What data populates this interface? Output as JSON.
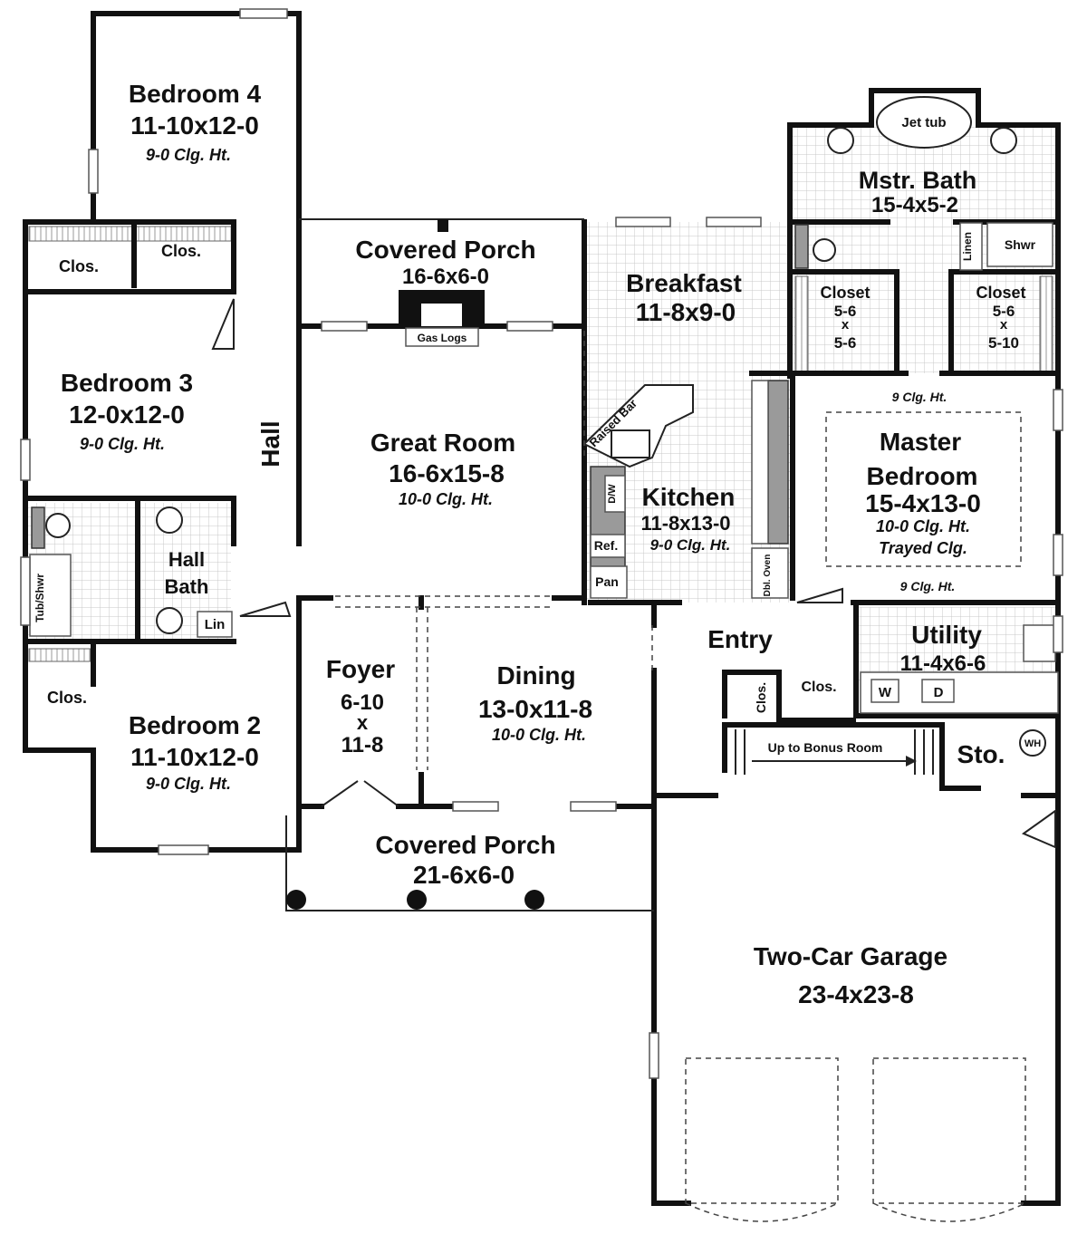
{
  "rooms": {
    "bedroom4": {
      "name": "Bedroom 4",
      "dims": "11-10x12-0",
      "ceiling": "9-0 Clg. Ht."
    },
    "bedroom3": {
      "name": "Bedroom 3",
      "dims": "12-0x12-0",
      "ceiling": "9-0 Clg. Ht."
    },
    "bedroom2": {
      "name": "Bedroom 2",
      "dims": "11-10x12-0",
      "ceiling": "9-0 Clg. Ht."
    },
    "hall": {
      "name": "Hall"
    },
    "hall_bath": {
      "line1": "Hall",
      "line2": "Bath"
    },
    "covered_porch_back": {
      "name": "Covered Porch",
      "dims": "16-6x6-0"
    },
    "great_room": {
      "name": "Great Room",
      "dims": "16-6x15-8",
      "ceiling": "10-0 Clg. Ht."
    },
    "breakfast": {
      "name": "Breakfast",
      "dims": "11-8x9-0"
    },
    "kitchen": {
      "name": "Kitchen",
      "dims": "11-8x13-0",
      "ceiling": "9-0 Clg. Ht."
    },
    "mstr_bath": {
      "name": "Mstr. Bath",
      "dims": "15-4x5-2"
    },
    "closet_left": {
      "name": "Closet",
      "d1": "5-6",
      "x": "x",
      "d2": "5-6"
    },
    "closet_right": {
      "name": "Closet",
      "d1": "5-6",
      "x": "x",
      "d2": "5-10"
    },
    "master_bedroom": {
      "line1": "Master",
      "line2": "Bedroom",
      "dims": "15-4x13-0",
      "ceiling": "10-0 Clg. Ht.",
      "trayed": "Trayed Clg.",
      "ceiling_top": "9 Clg. Ht.",
      "ceiling_bottom": "9 Clg. Ht."
    },
    "foyer": {
      "name": "Foyer",
      "d1": "6-10",
      "x": "x",
      "d2": "11-8"
    },
    "dining": {
      "name": "Dining",
      "dims": "13-0x11-8",
      "ceiling": "10-0 Clg. Ht."
    },
    "entry": {
      "name": "Entry"
    },
    "utility": {
      "name": "Utility",
      "dims": "11-4x6-6"
    },
    "storage": {
      "name": "Sto."
    },
    "covered_porch_front": {
      "name": "Covered Porch",
      "dims": "21-6x6-0"
    },
    "garage": {
      "name": "Two-Car Garage",
      "dims": "23-4x23-8"
    }
  },
  "labels": {
    "clos_b4": "Clos.",
    "clos_b3": "Clos.",
    "clos_b2": "Clos.",
    "clos_entry": "Clos.",
    "clos_entry_side": "Clos.",
    "gas_logs": "Gas Logs",
    "jet_tub": "Jet tub",
    "shower": "Shwr",
    "linen": "Linen",
    "lin": "Lin",
    "tub_shwr": "Tub/Shwr",
    "raised_bar": "Raised Bar",
    "dw": "D/W",
    "ref": "Ref.",
    "pan": "Pan",
    "dbl_oven": "Dbl. Oven",
    "washer": "W",
    "dryer": "D",
    "water_heater": "WH",
    "stairs": "Up to Bonus Room"
  }
}
